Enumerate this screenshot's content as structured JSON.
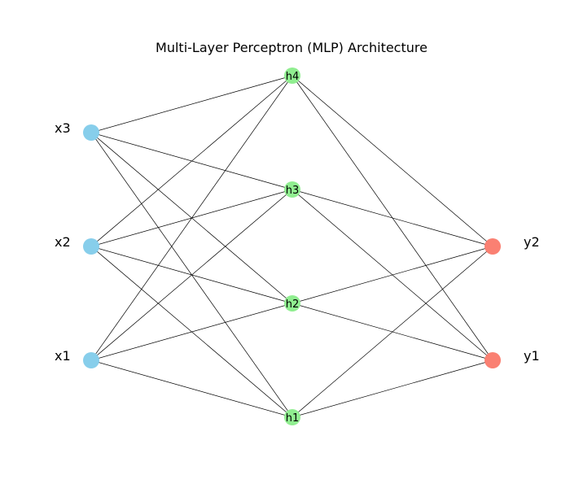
{
  "title": "Multi-Layer Perceptron (MLP) Architecture",
  "colors": {
    "input": "#87CEEB",
    "hidden": "#90EE90",
    "output": "#FA8072",
    "edge": "#000000",
    "background": "#ffffff"
  },
  "layers": [
    {
      "name": "input",
      "nodes": [
        "x1",
        "x2",
        "x3"
      ]
    },
    {
      "name": "hidden",
      "nodes": [
        "h1",
        "h2",
        "h3",
        "h4"
      ]
    },
    {
      "name": "output",
      "nodes": [
        "y1",
        "y2"
      ]
    }
  ],
  "edges": [
    [
      "x1",
      "h1"
    ],
    [
      "x1",
      "h2"
    ],
    [
      "x1",
      "h3"
    ],
    [
      "x1",
      "h4"
    ],
    [
      "x2",
      "h1"
    ],
    [
      "x2",
      "h2"
    ],
    [
      "x2",
      "h3"
    ],
    [
      "x2",
      "h4"
    ],
    [
      "x3",
      "h1"
    ],
    [
      "x3",
      "h2"
    ],
    [
      "x3",
      "h3"
    ],
    [
      "x3",
      "h4"
    ],
    [
      "h1",
      "y1"
    ],
    [
      "h1",
      "y2"
    ],
    [
      "h2",
      "y1"
    ],
    [
      "h2",
      "y2"
    ],
    [
      "h3",
      "y1"
    ],
    [
      "h3",
      "y2"
    ],
    [
      "h4",
      "y1"
    ],
    [
      "h4",
      "y2"
    ]
  ]
}
